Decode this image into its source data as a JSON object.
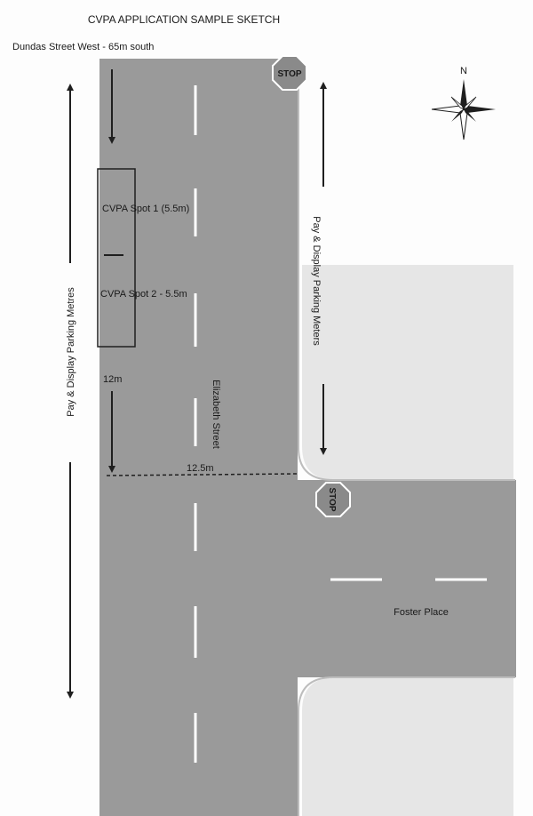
{
  "title": "CVPA APPLICATION SAMPLE SKETCH",
  "top_note": "Dundas Street West - 65m south",
  "streets": {
    "main": "Elizabeth Street",
    "side": "Foster Place"
  },
  "parking": {
    "spot1": "CVPA Spot 1 (5.5m)",
    "spot2": "CVPA Spot 2 - 5.5m",
    "left_meters": "Pay & Display Parking Metres",
    "right_meters": "Pay & Display Parking Meters"
  },
  "measurements": {
    "setback": "12m",
    "width": "12.5m"
  },
  "signs": {
    "stop": "STOP"
  },
  "compass": {
    "north": "N"
  },
  "colors": {
    "road": "#9a9a9a",
    "block": "#e6e6e6",
    "line": "#1f1f1f",
    "stop_sign": "#8a8a8a"
  }
}
